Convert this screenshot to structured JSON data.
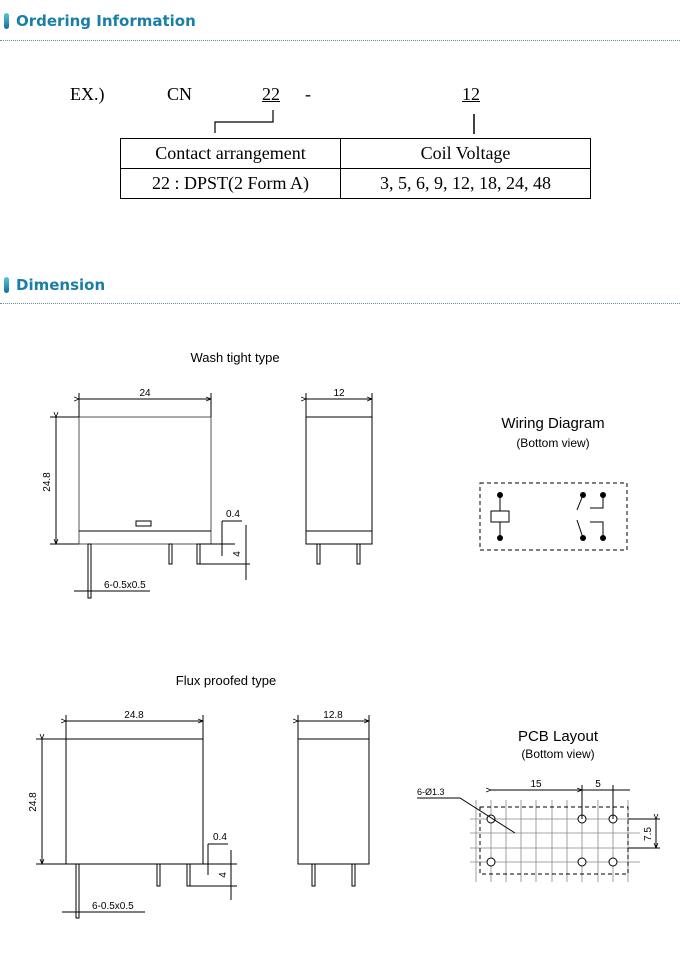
{
  "sections": {
    "ordering": "Ordering Information",
    "dimension": "Dimension"
  },
  "example": {
    "label": "EX.)",
    "series": "CN",
    "arrangement_code": "22",
    "dash": "-",
    "voltage_code": "12"
  },
  "table": {
    "headers": [
      "Contact arrangement",
      "Coil Voltage"
    ],
    "rows": [
      [
        "22 : DPST(2 Form A)",
        "3, 5, 6, 9, 12, 18, 24, 48"
      ]
    ]
  },
  "wash": {
    "title": "Wash tight type",
    "width": "24",
    "height": "24.8",
    "depth": "12",
    "pin_offset": "0.4",
    "pin_len": "4",
    "pins": "6-0.5x0.5"
  },
  "flux": {
    "title": "Flux proofed type",
    "width": "24.8",
    "height": "24.8",
    "depth": "12.8",
    "pin_offset": "0.4",
    "pin_len": "4",
    "pins": "6-0.5x0.5"
  },
  "wiring": {
    "title": "Wiring Diagram",
    "subtitle": "(Bottom view)"
  },
  "pcb": {
    "title": "PCB Layout",
    "subtitle": "(Bottom view)",
    "holes": "6-Ø1.3",
    "pitch_a": "15",
    "pitch_b": "5",
    "row_pitch": "7.5"
  }
}
